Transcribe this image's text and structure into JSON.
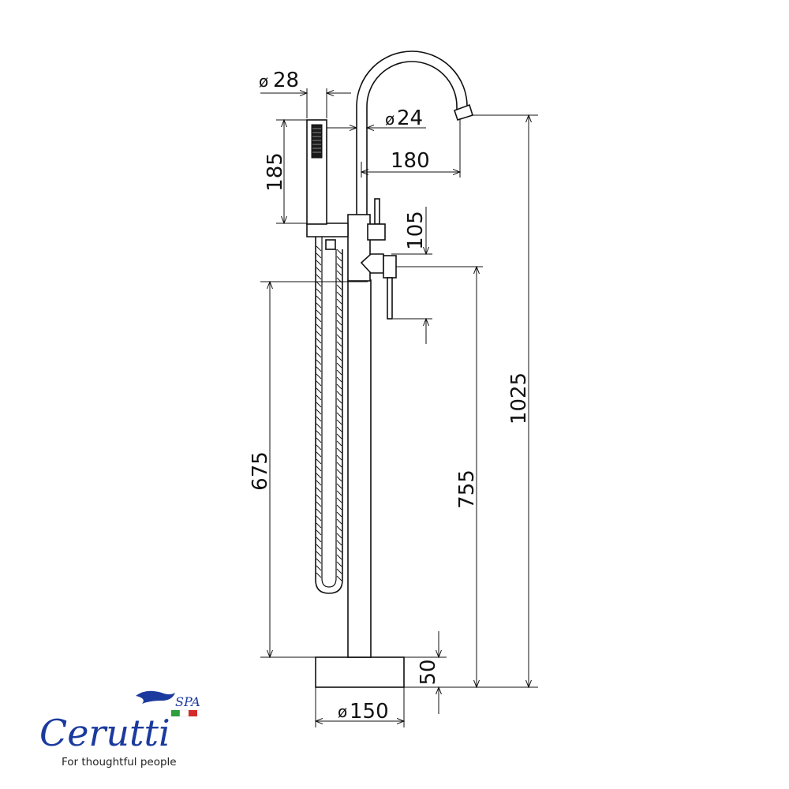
{
  "dimensions": {
    "hand_shower_diameter": "28",
    "hand_shower_diameter_symbol": "ø",
    "spout_diameter": "24",
    "spout_diameter_symbol": "ø",
    "spout_reach": "180",
    "hand_shower_length": "185",
    "lever_height": "105",
    "hose_height": "675",
    "lever_axis_height": "755",
    "total_height": "1025",
    "base_height": "50",
    "base_diameter": "150",
    "base_diameter_symbol": "ø"
  },
  "brand": {
    "name": "Cerutti",
    "suffix": "SPA",
    "tagline": "For thoughtful people",
    "colors": {
      "primary": "#1b3a9e",
      "flag_green": "#2e9e3e",
      "flag_white": "#ffffff",
      "flag_red": "#d42a2a"
    }
  },
  "colors": {
    "line": "#111111",
    "background": "#ffffff"
  }
}
